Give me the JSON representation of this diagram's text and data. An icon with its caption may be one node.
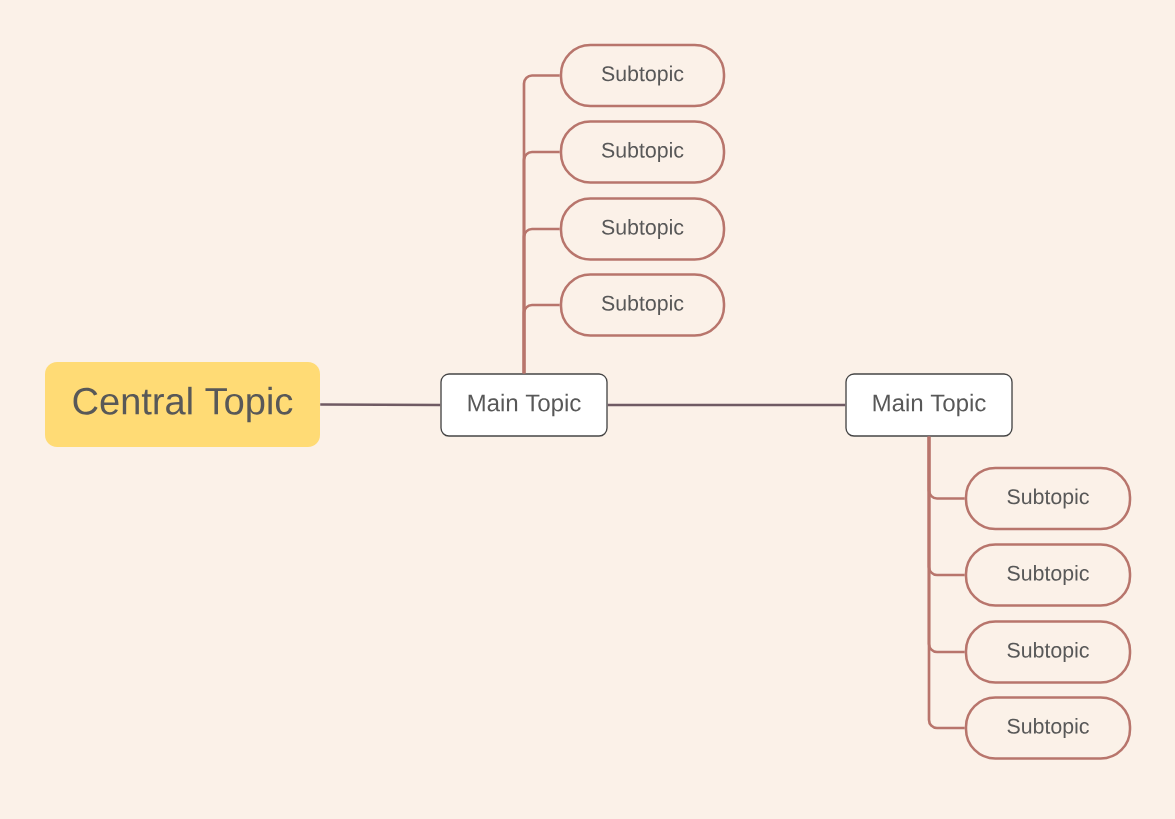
{
  "diagram": {
    "nodes": [
      {
        "text": [
          "Central Topic"
        ]
      },
      {
        "text": [
          "Main Topic"
        ]
      },
      {
        "text": [
          "Subtopic"
        ]
      },
      {
        "text": [
          "Subtopic"
        ]
      },
      {
        "text": [
          "Subtopic"
        ]
      },
      {
        "text": [
          "Subtopic"
        ]
      },
      {
        "text": [
          "Main Topic"
        ]
      },
      {
        "text": [
          "Subtopic"
        ]
      },
      {
        "text": [
          "Subtopic"
        ]
      },
      {
        "text": [
          "Subtopic"
        ]
      },
      {
        "text": [
          "Subtopic"
        ]
      }
    ],
    "edges": [
      {
        "from": 0,
        "to": 1,
        "arrow": "none",
        "color": "#6f5a63"
      },
      {
        "from": 1,
        "to": 2,
        "arrow": "none"
      },
      {
        "from": 1,
        "to": 3,
        "arrow": "none"
      },
      {
        "from": 1,
        "to": 4,
        "arrow": "none"
      },
      {
        "from": 1,
        "to": 5,
        "arrow": "none"
      },
      {
        "from": 1,
        "to": 6,
        "arrow": "none",
        "color": "#6f5a63"
      },
      {
        "from": 6,
        "to": 7,
        "arrow": "none"
      },
      {
        "from": 6,
        "to": 8,
        "arrow": "none"
      },
      {
        "from": 6,
        "to": 9,
        "arrow": "none"
      },
      {
        "from": 6,
        "to": 10,
        "arrow": "none"
      }
    ]
  }
}
